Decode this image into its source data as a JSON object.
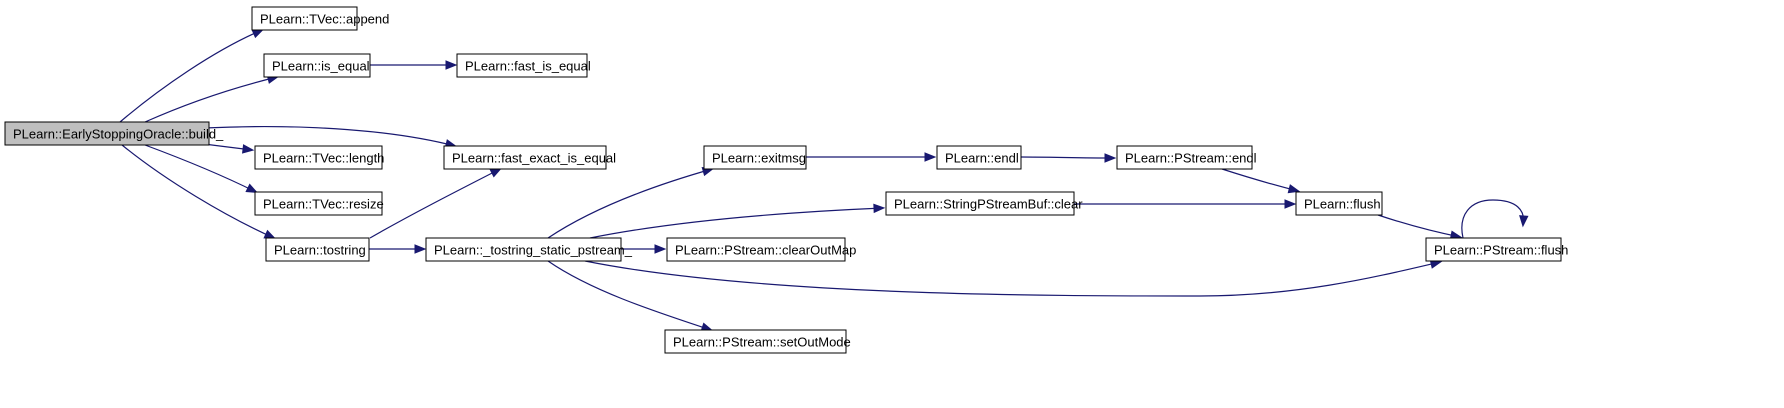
{
  "diagram": {
    "nodes": [
      {
        "id": "build",
        "label": "PLearn::EarlyStoppingOracle::build_",
        "root": true
      },
      {
        "id": "append",
        "label": "PLearn::TVec::append"
      },
      {
        "id": "is_equal",
        "label": "PLearn::is_equal"
      },
      {
        "id": "fast_is_equal",
        "label": "PLearn::fast_is_equal"
      },
      {
        "id": "length",
        "label": "PLearn::TVec::length"
      },
      {
        "id": "fast_exact_is_equal",
        "label": "PLearn::fast_exact_is_equal"
      },
      {
        "id": "resize",
        "label": "PLearn::TVec::resize"
      },
      {
        "id": "tostring",
        "label": "PLearn::tostring"
      },
      {
        "id": "tostring_static",
        "label": "PLearn::_tostring_static_pstream_"
      },
      {
        "id": "exitmsg",
        "label": "PLearn::exitmsg"
      },
      {
        "id": "endl",
        "label": "PLearn::endl"
      },
      {
        "id": "pstream_endl",
        "label": "PLearn::PStream::endl"
      },
      {
        "id": "sps_clear",
        "label": "PLearn::StringPStreamBuf::clear"
      },
      {
        "id": "flush",
        "label": "PLearn::flush"
      },
      {
        "id": "clearOutMap",
        "label": "PLearn::PStream::clearOutMap"
      },
      {
        "id": "pstream_flush",
        "label": "PLearn::PStream::flush"
      },
      {
        "id": "setOutMode",
        "label": "PLearn::PStream::setOutMode"
      }
    ],
    "edges": [
      {
        "from": "build",
        "to": "append"
      },
      {
        "from": "build",
        "to": "is_equal"
      },
      {
        "from": "build",
        "to": "fast_exact_is_equal"
      },
      {
        "from": "build",
        "to": "length"
      },
      {
        "from": "build",
        "to": "resize"
      },
      {
        "from": "build",
        "to": "tostring"
      },
      {
        "from": "is_equal",
        "to": "fast_is_equal"
      },
      {
        "from": "tostring",
        "to": "fast_exact_is_equal"
      },
      {
        "from": "tostring",
        "to": "tostring_static"
      },
      {
        "from": "tostring_static",
        "to": "exitmsg"
      },
      {
        "from": "tostring_static",
        "to": "sps_clear"
      },
      {
        "from": "tostring_static",
        "to": "clearOutMap"
      },
      {
        "from": "tostring_static",
        "to": "pstream_flush"
      },
      {
        "from": "tostring_static",
        "to": "setOutMode"
      },
      {
        "from": "exitmsg",
        "to": "endl"
      },
      {
        "from": "endl",
        "to": "pstream_endl"
      },
      {
        "from": "pstream_endl",
        "to": "flush"
      },
      {
        "from": "sps_clear",
        "to": "flush"
      },
      {
        "from": "flush",
        "to": "pstream_flush"
      },
      {
        "from": "pstream_flush",
        "to": "pstream_flush"
      }
    ]
  }
}
